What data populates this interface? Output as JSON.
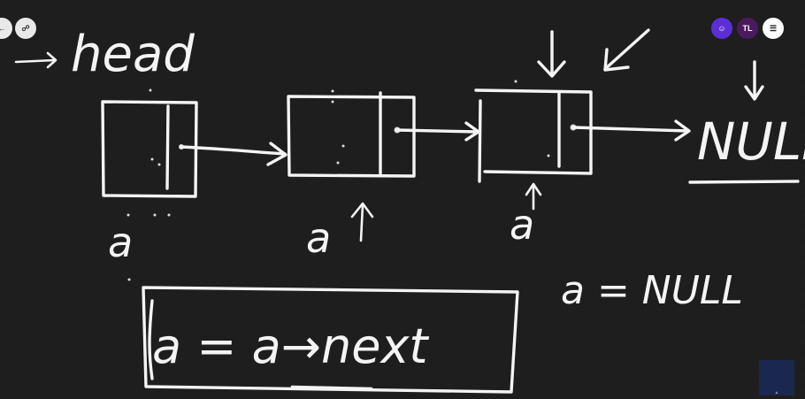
{
  "toolbar": {
    "left_buttons": [
      {
        "icon": "arrow-left-icon"
      },
      {
        "icon": "share-icon"
      }
    ],
    "right": {
      "user_icon": "user-icon",
      "tl_initials": "TL",
      "menu_icon": "hamburger-menu-icon"
    }
  },
  "whiteboard": {
    "head_label": "head",
    "null_label_top": "NULL",
    "a_labels": [
      "a",
      "a",
      "a"
    ],
    "assign_null": "a = NULL",
    "assign_next": "a = a→next"
  },
  "colors": {
    "background": "#1e1e1e",
    "ink": "#f4f4f4",
    "accent_user": "#5a2fd6",
    "accent_tl": "#4a1a5e"
  }
}
